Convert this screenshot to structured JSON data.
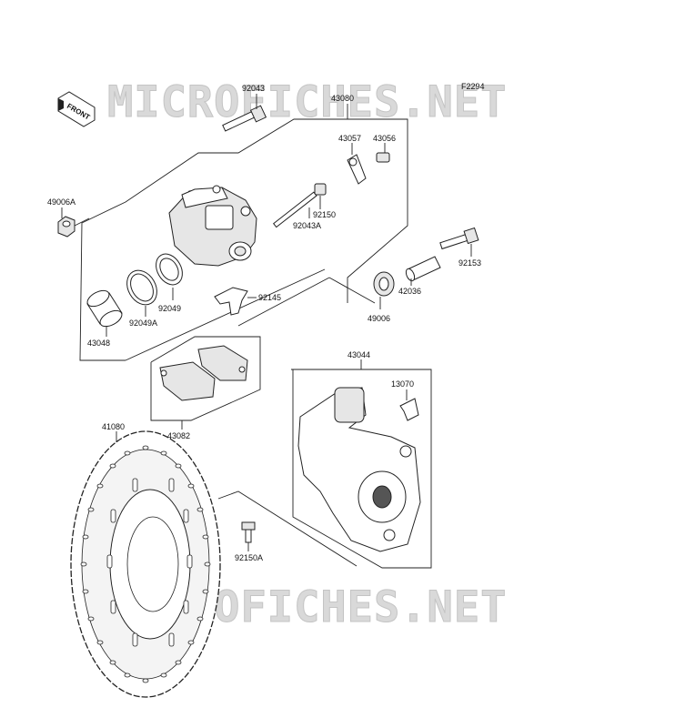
{
  "diagram_code": "F2294",
  "front_indicator": "FRONT",
  "watermark": "MICROFICHES.NET",
  "parts": {
    "p92043": "92043",
    "p43080": "43080",
    "p43057": "43057",
    "p43056": "43056",
    "p49006A": "49006A",
    "p92150": "92150",
    "p92043A": "92043A",
    "p92153": "92153",
    "p42036": "42036",
    "p49006": "49006",
    "p92145": "92145",
    "p92049": "92049",
    "p92049A": "92049A",
    "p43048": "43048",
    "p43044": "43044",
    "p13070": "13070",
    "p43082": "43082",
    "p41080": "41080",
    "p92150A": "92150A"
  }
}
